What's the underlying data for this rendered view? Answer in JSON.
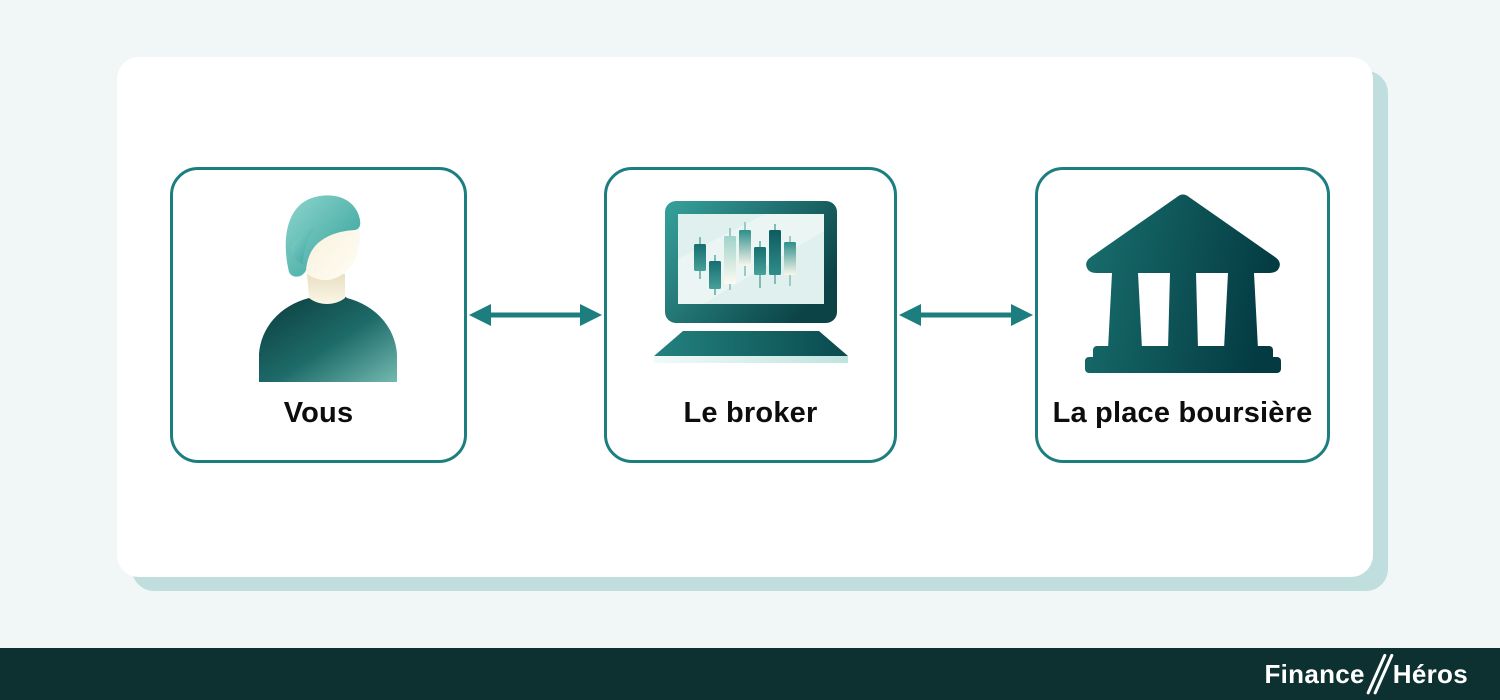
{
  "page": {
    "background_color": "#f0f7f6",
    "card_color": "#ffffff",
    "card_shadow_color": "#c0dedd",
    "accent_color": "#1d7e80"
  },
  "diagram": {
    "nodes": [
      {
        "id": "vous",
        "label": "Vous",
        "icon": "person-icon"
      },
      {
        "id": "broker",
        "label": "Le broker",
        "icon": "laptop-chart-icon"
      },
      {
        "id": "place-boursiere",
        "label": "La place boursière",
        "icon": "bank-icon"
      }
    ],
    "connectors": [
      {
        "from": "vous",
        "to": "broker",
        "type": "double-headed-arrow",
        "color": "#1d7e80"
      },
      {
        "from": "broker",
        "to": "place-boursiere",
        "type": "double-headed-arrow",
        "color": "#1d7e80"
      }
    ]
  },
  "footer": {
    "background_color": "#0d3130",
    "logo": {
      "part1": "Finance",
      "separator": "//",
      "part2": "Héros"
    }
  }
}
